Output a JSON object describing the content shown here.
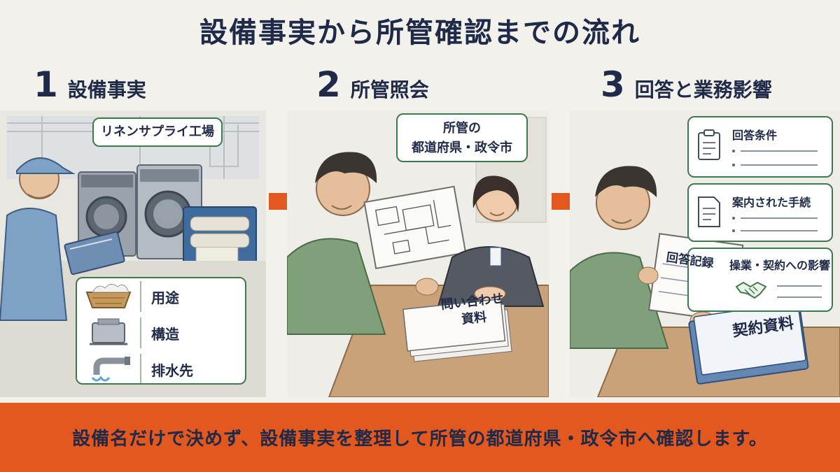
{
  "title": "設備事実から所管確認までの流れ",
  "steps": [
    {
      "num": "1",
      "label": "設備事実"
    },
    {
      "num": "2",
      "label": "所管照会"
    },
    {
      "num": "3",
      "label": "回答と業務影響"
    }
  ],
  "step1": {
    "factory_label": "リネンサプライ工場",
    "items": [
      {
        "label": "用途",
        "icon": "basket-icon"
      },
      {
        "label": "構造",
        "icon": "machine-box-icon"
      },
      {
        "label": "排水先",
        "icon": "drain-pipe-icon"
      }
    ]
  },
  "step2": {
    "callout_line1": "所管の",
    "callout_line2": "都道府県・政令市",
    "docs_line1": "問い合わせ",
    "docs_line2": "資料"
  },
  "step3": {
    "cards": [
      {
        "title": "回答条件",
        "icon": "clipboard-icon"
      },
      {
        "title": "案内された手続",
        "icon": "document-icon"
      },
      {
        "title": "操業・契約への影響",
        "icon": "handshake-icon"
      }
    ],
    "record_label": "回答記録",
    "binder_label": "契約資料"
  },
  "banner": "設備名だけで決めず、設備事実を整理して所管の都道府県・政令市へ確認します。",
  "colors": {
    "accent_green": "#3f7a4e",
    "banner_orange": "#e2581f",
    "navy": "#1e2a48"
  }
}
